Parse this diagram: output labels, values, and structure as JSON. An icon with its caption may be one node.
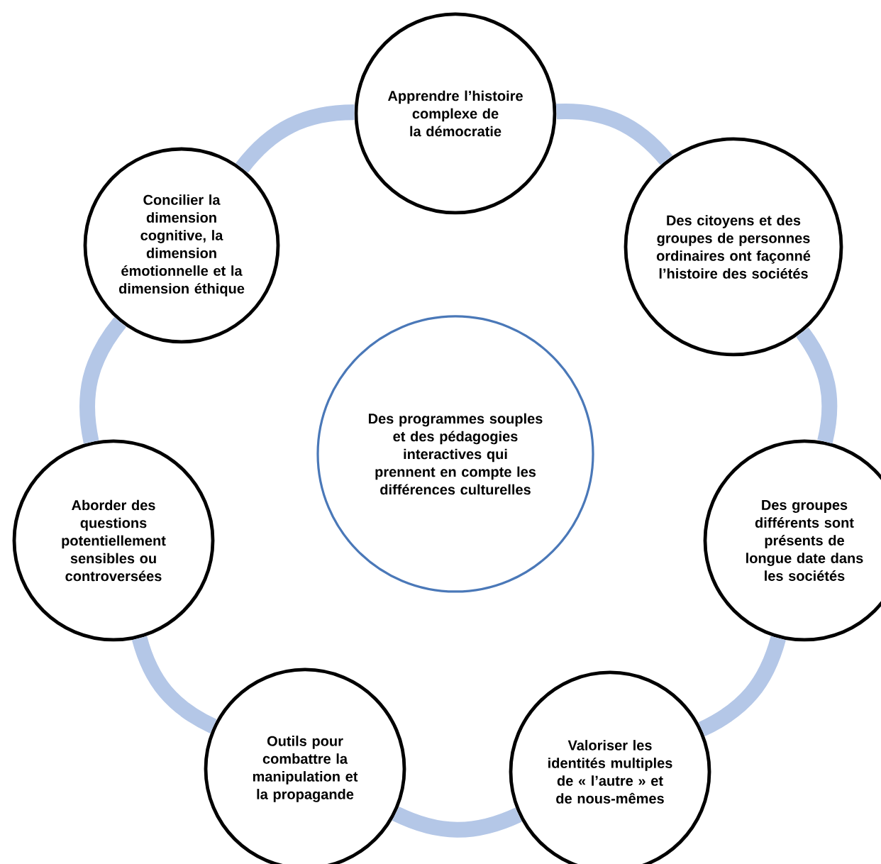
{
  "diagram": {
    "nodes": [
      {
        "text": [
          "Apprendre l’histoire complexe de la démocratie"
        ]
      },
      {
        "text": [
          "Concilier la dimension cognitive, la dimension émotionnelle et la dimension éthique"
        ]
      },
      {
        "text": [
          "Des citoyens et des groupes de personnes ordinaires ont façonné l’histoire des sociétés"
        ]
      },
      {
        "text": [
          "Des programmes souples et des pédagogies interactives qui prennent en compte les différences culturelles"
        ]
      },
      {
        "text": [
          "Aborder des questions potentiellement sensibles ou controversées"
        ]
      },
      {
        "text": [
          "Des groupes différents sont présents de longue date dans les sociétés"
        ]
      },
      {
        "text": [
          "Outils pour combattre la manipulation et la propagande"
        ]
      },
      {
        "text": [
          "Valoriser les identités multiples de « l’autre » et de nous-mêmes"
        ]
      }
    ],
    "edges": [
      {
        "from": 0,
        "to": 2,
        "arrow": "none"
      },
      {
        "from": 2,
        "to": 5,
        "arrow": "none"
      },
      {
        "from": 5,
        "to": 7,
        "arrow": "none"
      },
      {
        "from": 7,
        "to": 6,
        "arrow": "none"
      },
      {
        "from": 6,
        "to": 4,
        "arrow": "none"
      },
      {
        "from": 4,
        "to": 1,
        "arrow": "none"
      },
      {
        "from": 1,
        "to": 0,
        "arrow": "none"
      }
    ]
  }
}
